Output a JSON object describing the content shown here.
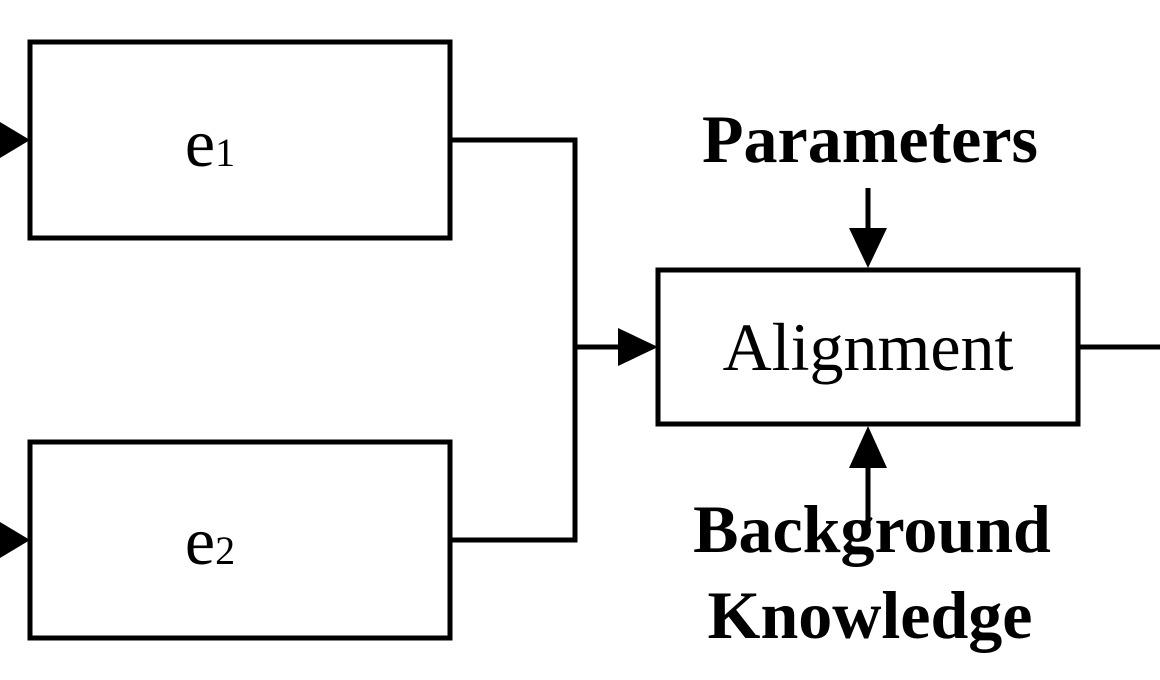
{
  "nodes": {
    "e1": {
      "base": "e",
      "sub": "1"
    },
    "e2": {
      "base": "e",
      "sub": "2"
    },
    "alignment": {
      "label": "Alignment"
    }
  },
  "inputs": {
    "parameters": "Parameters",
    "background_line1": "Background",
    "background_line2": "Knowledge"
  },
  "colors": {
    "stroke": "#000000",
    "background": "#ffffff"
  }
}
